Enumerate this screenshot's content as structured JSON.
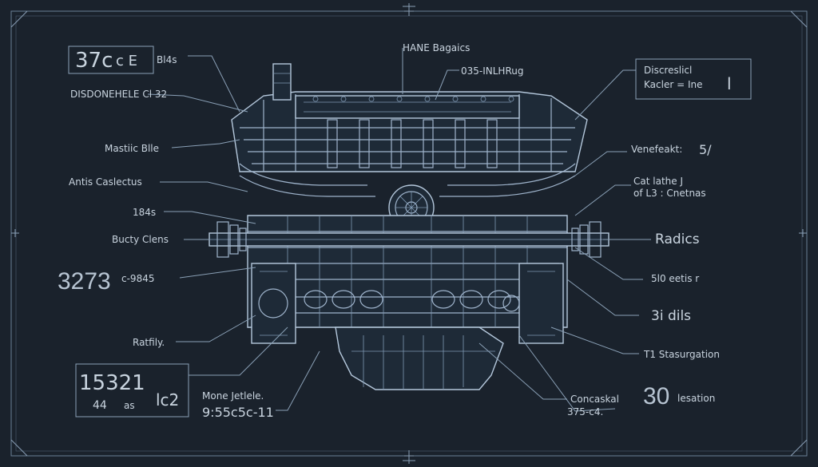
{
  "title": "HANE Bagaics",
  "labels": {
    "top_left_value": "37c",
    "top_left_value2": "c E",
    "top_left_small": "Bl4s",
    "disdonehele": "DISDONEHELE Cl 32",
    "mastiic": "Mastiic Blle",
    "antis": "Antis Caslectus",
    "l84s": "184s",
    "bucty": "Bucty Clens",
    "big_left_a": "3273",
    "big_left_b": "c-9845",
    "ratfily": "Ratfily.",
    "box_big": "15321",
    "box_small_a": "44",
    "box_small_b": "as",
    "box_small_c": "lc2",
    "mone": "Mone Jetlele.",
    "mone_val": "9:55c5c-11",
    "top_center": "035-INLHRug",
    "disc1": "Discreslicl",
    "disc2": "Kacler = Ine",
    "disc3": "l",
    "venefeakt": "Venefeakt:",
    "venefeakt_val": "5/",
    "cat1": "Cat lathe J",
    "cat2": "of L3 : Cnetnas",
    "radics": "Radics",
    "five": "5l0 eetis r",
    "threedils": "3i dils",
    "t1": "T1 Stasurgation",
    "concask": "Concaskal",
    "concask_val": "375-c4.",
    "thirty": "30",
    "thirty_small": "lesation"
  },
  "colors": {
    "background": "#1a222c",
    "line": "#8aa0b6",
    "text": "#c9d4df"
  }
}
